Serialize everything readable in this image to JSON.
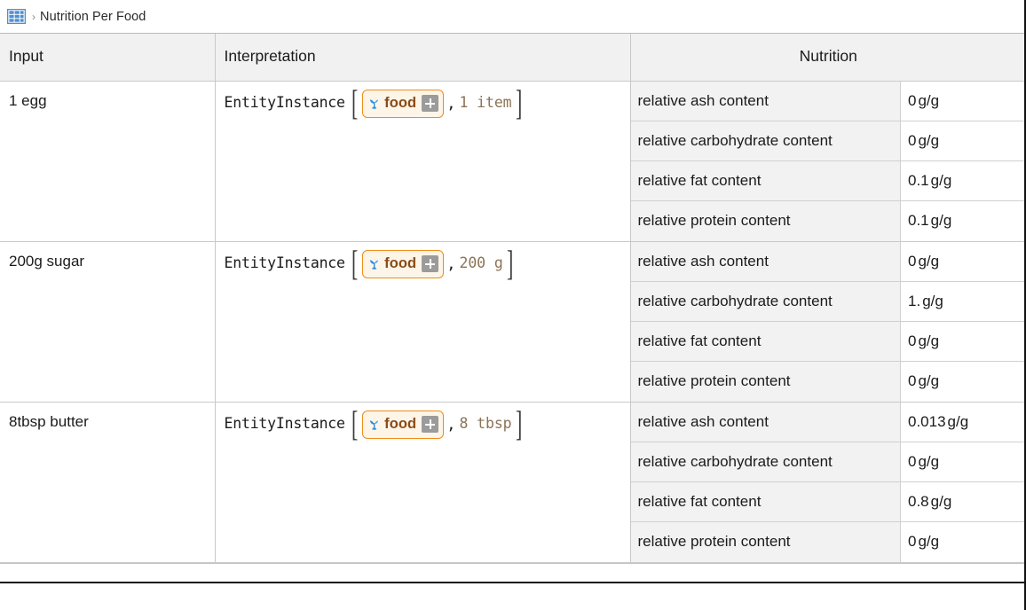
{
  "breadcrumb": {
    "icon": "table-grid-icon",
    "separator": "›",
    "title": "Nutrition Per Food"
  },
  "table": {
    "columns": [
      {
        "key": "input",
        "label": "Input",
        "align": "left"
      },
      {
        "key": "interpretation",
        "label": "Interpretation",
        "align": "left"
      },
      {
        "key": "nutrition",
        "label": "Nutrition",
        "align": "center"
      }
    ],
    "rows": [
      {
        "input": "1 egg",
        "interpretation": {
          "head": "EntityInstance",
          "open_bracket": "[",
          "close_bracket": "]",
          "entity_chip": {
            "icon": "sprout-icon",
            "label": "food",
            "action": "+"
          },
          "comma": ",",
          "quantity": "1 item"
        },
        "nutrition": [
          {
            "property": "relative ash content",
            "value": "0",
            "unit": "g/g"
          },
          {
            "property": "relative carbohydrate content",
            "value": "0",
            "unit": "g/g"
          },
          {
            "property": "relative fat content",
            "value": "0.1",
            "unit": "g/g"
          },
          {
            "property": "relative protein content",
            "value": "0.1",
            "unit": "g/g"
          }
        ]
      },
      {
        "input": "200g sugar",
        "interpretation": {
          "head": "EntityInstance",
          "open_bracket": "[",
          "close_bracket": "]",
          "entity_chip": {
            "icon": "sprout-icon",
            "label": "food",
            "action": "+"
          },
          "comma": ",",
          "quantity": "200 g"
        },
        "nutrition": [
          {
            "property": "relative ash content",
            "value": "0",
            "unit": "g/g"
          },
          {
            "property": "relative carbohydrate content",
            "value": "1.",
            "unit": "g/g"
          },
          {
            "property": "relative fat content",
            "value": "0",
            "unit": "g/g"
          },
          {
            "property": "relative protein content",
            "value": "0",
            "unit": "g/g"
          }
        ]
      },
      {
        "input": "8tbsp butter",
        "interpretation": {
          "head": "EntityInstance",
          "open_bracket": "[",
          "close_bracket": "]",
          "entity_chip": {
            "icon": "sprout-icon",
            "label": "food",
            "action": "+"
          },
          "comma": ",",
          "quantity": "8 tbsp"
        },
        "nutrition": [
          {
            "property": "relative ash content",
            "value": "0.013",
            "unit": "g/g"
          },
          {
            "property": "relative carbohydrate content",
            "value": "0",
            "unit": "g/g"
          },
          {
            "property": "relative fat content",
            "value": "0.8",
            "unit": "g/g"
          },
          {
            "property": "relative protein content",
            "value": "0",
            "unit": "g/g"
          }
        ]
      }
    ]
  },
  "colors": {
    "chip_border": "#f08c19",
    "chip_background": "#fdf5e8",
    "chip_text": "#8a4b16",
    "chip_icon": "#2f8fe0",
    "quantity_text": "#8b7355",
    "header_background": "#f1f1f1",
    "key_cell_background": "#f2f2f2",
    "grid_line": "#c9c9c9",
    "breadcrumb_icon": "#4f8fd0"
  }
}
